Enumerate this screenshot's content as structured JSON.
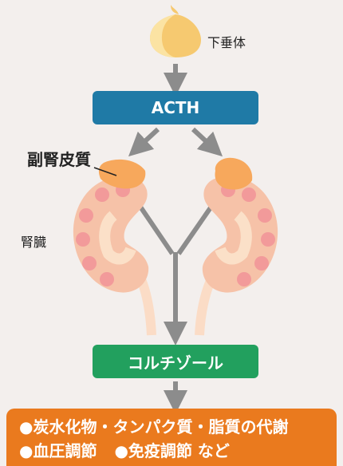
{
  "colors": {
    "background": "#f3efed",
    "acth": "#1f7aa6",
    "cortisol": "#22a05e",
    "effects": "#ea7a1e",
    "arrow": "#8c8c8c",
    "kidney": "#f6c2a8",
    "adrenal": "#f7a85c",
    "pituitary": "#f6c970"
  },
  "labels": {
    "pituitary": "下垂体",
    "adrenal_cortex": "副腎皮質",
    "kidney": "腎臓"
  },
  "hormones": {
    "acth": "ACTH",
    "cortisol": "コルチゾール"
  },
  "effects": {
    "line1": "●炭水化物・タンパク質・脂質の代謝",
    "line2a": "●血圧調節",
    "line2b": "●免疫調節 など"
  }
}
